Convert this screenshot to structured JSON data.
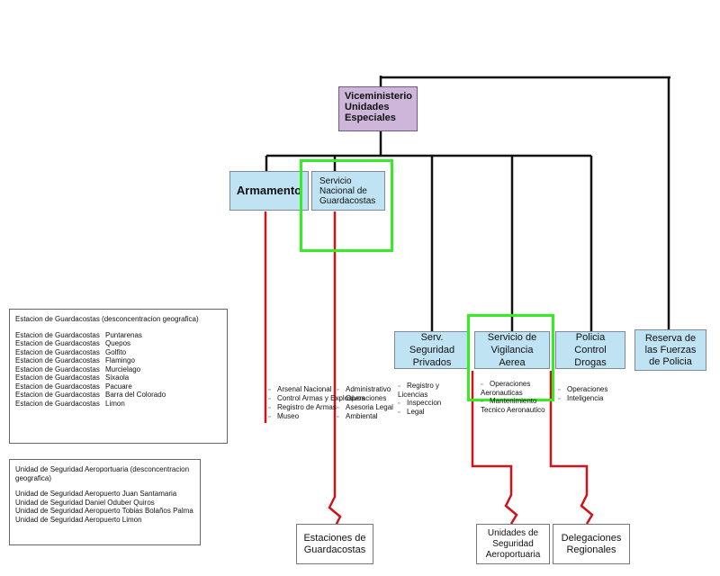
{
  "top": {
    "label": "Viceministerio Unidades Especiales"
  },
  "mid_boxes": {
    "armamento": "Armamento",
    "guardacostas": "Servicio Nacional de Guardacostas"
  },
  "row_boxes": {
    "seguridad_privados": "Serv. Seguridad Privados",
    "vigilancia_aerea": "Servicio de Vigilancia Aerea",
    "control_drogas": "Policia Control Drogas",
    "reserva": "Reserva de las Fuerzas de Policia"
  },
  "lists": {
    "armamento": [
      "Arsenal Nacional",
      "Control Armas y Explosivos",
      "Registro de Armas",
      "Museo"
    ],
    "guardacostas": [
      "Administrativo",
      "Operaciones",
      "Asesoria Legal",
      "Ambiental"
    ],
    "seguridad_privados": [
      "Registro y Licencias",
      "Inspeccion",
      "Legal"
    ],
    "vigilancia_aerea": [
      "Operaciones Aeronauticas",
      "Mantenimiento Tecnico Aeronautico"
    ],
    "control_drogas": [
      "Operaciones",
      "Inteligencia"
    ]
  },
  "bottom_boxes": {
    "estaciones": "Estaciones de Guardacostas",
    "unidades": "Unidades de Seguridad Aeroportuaria",
    "delegaciones": "Delegaciones Regionales"
  },
  "panel_guardacostas": {
    "title": "Estacion de Guardacostas (desconcentracion geografica)",
    "rows": [
      {
        "prefix": "Estacion de Guardacostas",
        "name": "Puntarenas"
      },
      {
        "prefix": "Estacion de Guardacostas",
        "name": "Quepos"
      },
      {
        "prefix": "Estacion de Guardacostas",
        "name": "Golfito"
      },
      {
        "prefix": "Estacion de Guardacostas",
        "name": "Flamingo"
      },
      {
        "prefix": "Estacion de Guardacostas",
        "name": "Murcielago"
      },
      {
        "prefix": "Estacion de Guardacostas",
        "name": "Sixaola"
      },
      {
        "prefix": "Estacion de Guardacostas",
        "name": "Pacuare"
      },
      {
        "prefix": "Estacion de Guardacostas",
        "name": "Barra del Colorado"
      },
      {
        "prefix": "Estacion de Guardacostas",
        "name": "Limon"
      }
    ]
  },
  "panel_aeroportuaria": {
    "title": "Unidad de Seguridad Aeroportuaria (desconcentracion geografica)",
    "rows": [
      "Unidad de Seguridad Aeropuerto Juan Santamaria",
      "Unidad de Seguridad Daniel Oduber Quiros",
      "Unidad de Seguridad Aeropuerto Tobias Bolaños Palma",
      "Unidad de Seguridad Aeropuerto Limon"
    ]
  },
  "colors": {
    "connector": "#111111",
    "red_line": "#d0131a",
    "highlight": "#33ee22",
    "box_blue": "#bfe3f3",
    "box_purple": "#cdb6da"
  }
}
